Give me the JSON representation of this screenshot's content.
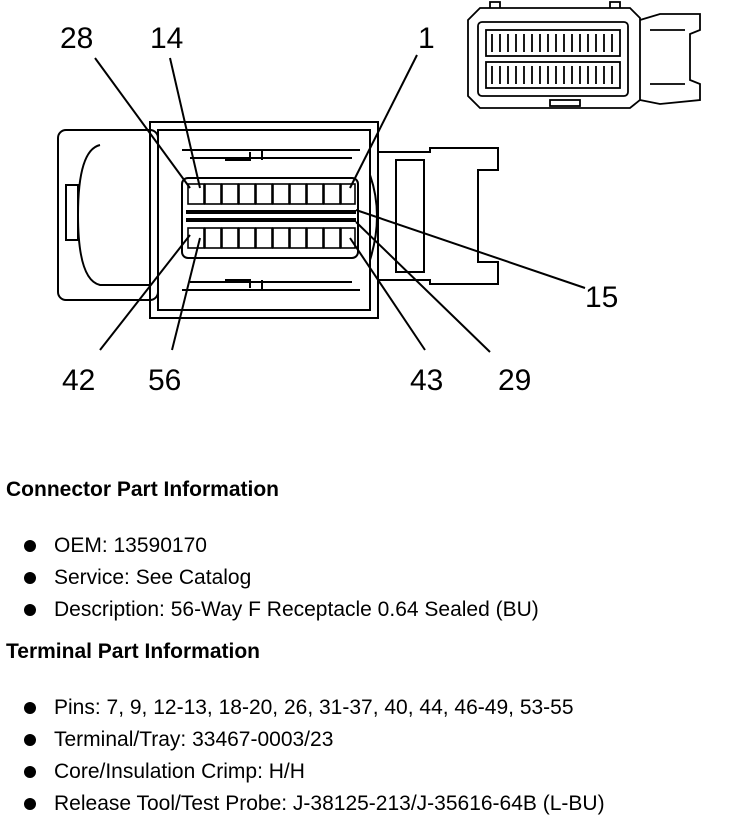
{
  "diagram": {
    "pin_labels": {
      "p28": "28",
      "p14": "14",
      "p1": "1",
      "p15": "15",
      "p42": "42",
      "p56": "56",
      "p43": "43",
      "p29": "29"
    },
    "connector_color": "#000000"
  },
  "connector_info": {
    "heading": "Connector Part Information",
    "items": [
      "OEM: 13590170",
      "Service: See Catalog",
      "Description: 56-Way F Receptacle 0.64 Sealed (BU)"
    ]
  },
  "terminal_info": {
    "heading": "Terminal Part Information",
    "items": [
      "Pins: 7, 9, 12-13, 18-20, 26, 31-37, 40, 44, 46-49, 53-55",
      "Terminal/Tray: 33467-0003/23",
      "Core/Insulation Crimp: H/H",
      "Release Tool/Test Probe: J-38125-213/J-35616-64B (L-BU)"
    ]
  }
}
